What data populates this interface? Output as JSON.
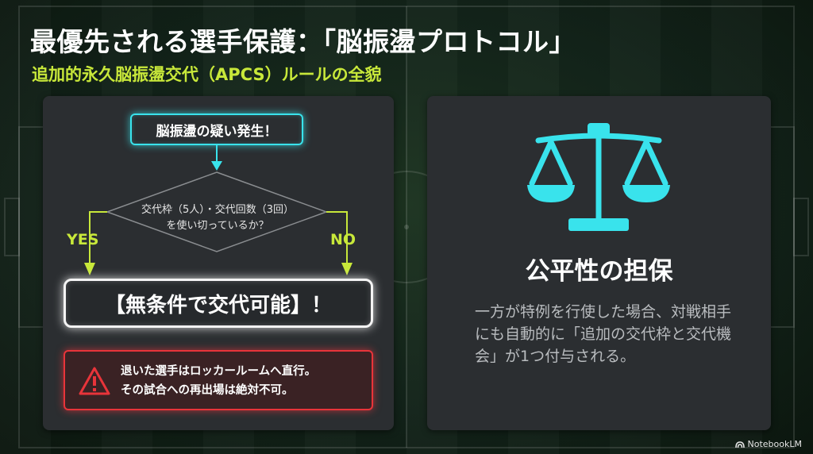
{
  "header": {
    "title": "最優先される選手保護：「脳振盪プロトコル」",
    "subtitle": "追加的永久脳振盪交代（APCS）ルールの全貌"
  },
  "flowchart": {
    "start": "脳振盪の疑い発生！",
    "decision_line1": "交代枠（5人）・交代回数（3回）",
    "decision_line2": "を使い切っているか？",
    "yes_label": "YES",
    "no_label": "NO",
    "result": "【無条件で交代可能】！",
    "warning_line1": "退いた選手はロッカールームへ直行。",
    "warning_line2": "その試合への再出場は絶対不可。"
  },
  "fairness": {
    "icon": "balance-scale-icon",
    "heading": "公平性の担保",
    "body": "一方が特例を行使した場合、対戦相手にも自動的に「追加の交代枠と交代機会」が1つ付与される。"
  },
  "branding": {
    "label": "NotebookLM"
  },
  "colors": {
    "accent_cyan": "#39e3ec",
    "accent_lime": "#c8e83a",
    "alert_red": "#e8343a",
    "panel": "#2b2e31"
  }
}
